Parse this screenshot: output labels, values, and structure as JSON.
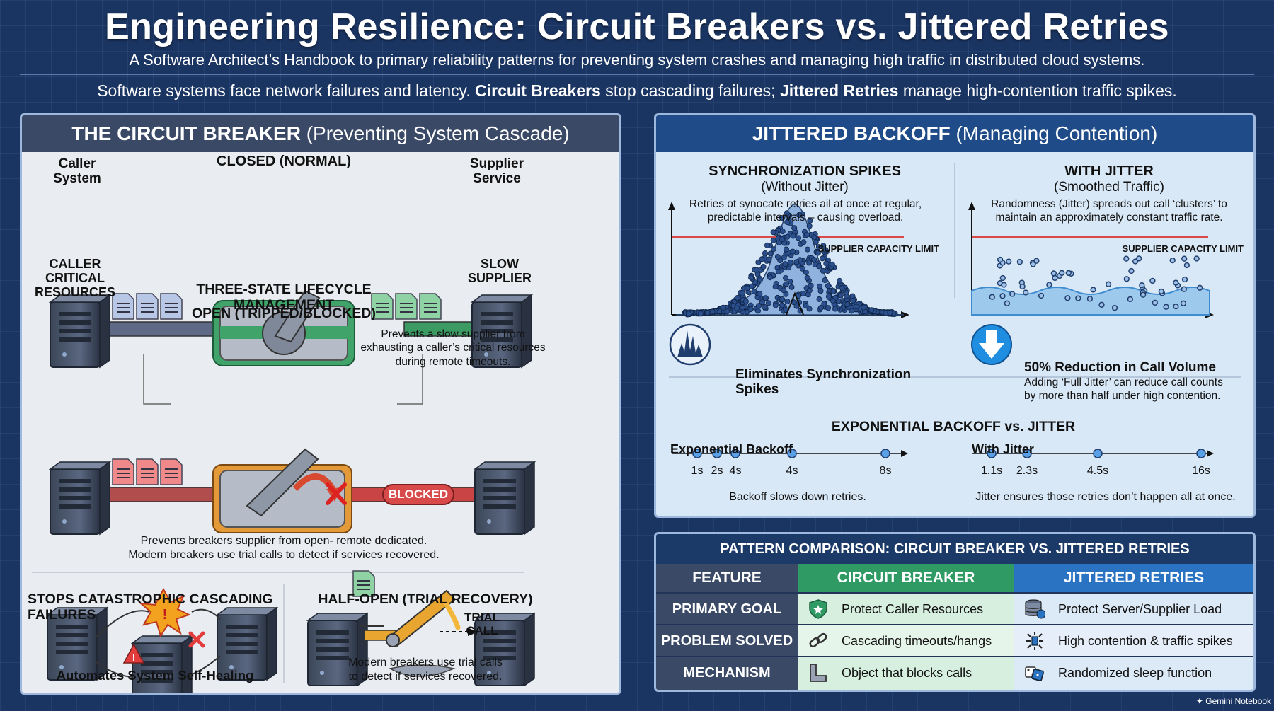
{
  "header": {
    "title": "Engineering Resilience: Circuit Breakers vs. Jittered Retries",
    "subtitle": "A Software Architect’s Handbook to primary reliability patterns for preventing system crashes and managing high traffic in distributed cloud systems.",
    "intro_pre": "Software systems face network failures and latency. ",
    "intro_b1": "Circuit Breakers",
    "intro_mid": " stop cascading failures; ",
    "intro_b2": "Jittered Retries",
    "intro_post": " manage high-contention traffic spikes."
  },
  "circuit": {
    "head_bold": "THE CIRCUIT BREAKER",
    "head_light": "(Preventing System Cascade)",
    "caller_system": "Caller\nSystem",
    "closed_label": "CLOSED (NORMAL)",
    "supplier_service": "Supplier\nService",
    "caller_resources": "CALLER\nCRITICAL\nRESOURCES",
    "slow_supplier": "SLOW\nSUPPLIER",
    "lifecycle": "THREE-STATE LIFECYCLE MANAGEMENT",
    "open_label": "OPEN (TRIPPED/BLOCKED)",
    "open_desc": "Prevents a slow supplier from\nexhausting a caller’s critical resources\nduring remote timeouts.",
    "blocked": "BLOCKED",
    "open_note": "Prevents breakers supplier from open- remote dedicated.\nModern breakers use trial calls to detect if services recovered.",
    "cascade_label": "STOPS CATASTROPHIC CASCADING FAILURES",
    "self_healing": "Automates System Self-Healing",
    "half_open_label": "HALF-OPEN (TRIAL RECOVERY)",
    "trial_call": "TRIAL\nCALL",
    "half_open_note": "Modern breakers use trial calls\nto detect if services recovered."
  },
  "jitter": {
    "head_bold": "JITTERED BACKOFF",
    "head_light": "(Managing Contention)",
    "spikes_title": "SYNCHRONIZATION SPIKES",
    "spikes_sub": "(Without Jitter)",
    "spikes_desc": "Retries ot synocate retries ail at once at regular,\npredictable intervals – causing overload.",
    "capacity_limit": "SUPPLIER CAPACITY LIMIT",
    "eliminates": "Eliminates Synchronization\nSpikes",
    "with_jitter_title": "WITH JITTER",
    "with_jitter_sub": "(Smoothed Traffic)",
    "with_jitter_desc": "Randomness (Jitter) spreads out call ‘clusters’ to\nmaintain an approximately constant traffic rate.",
    "capacity_limit_2": "SUPPLIER CAPACITY LIMIT",
    "reduction_title": "50% Reduction in Call Volume",
    "reduction_desc": "Adding ‘Full Jitter’ can reduce call counts\nby more than half under high contention.",
    "exp_vs_jitter": "EXPONENTIAL BACKOFF vs. JITTER",
    "exp_label": "Exponential Backoff",
    "exp_ticks": [
      "1s",
      "2s",
      "4s",
      "4s",
      "8s"
    ],
    "exp_note": "Backoff slows down retries.",
    "jit_label": "With Jitter",
    "jit_ticks": [
      "1.1s",
      "2.3s",
      "4.5s",
      "16s"
    ],
    "jit_note": "Jitter ensures those retries don’t happen all at once."
  },
  "table": {
    "title": "PATTERN COMPARISON: CIRCUIT BREAKER VS. JITTERED RETRIES",
    "headers": [
      "FEATURE",
      "CIRCUIT BREAKER",
      "JITTERED RETRIES"
    ],
    "rows": [
      {
        "feature": "PRIMARY GOAL",
        "cb": "Protect Caller Resources",
        "jr": "Protect Server/Supplier Load"
      },
      {
        "feature": "PROBLEM SOLVED",
        "cb": "Cascading timeouts/hangs",
        "jr": "High contention & traffic spikes"
      },
      {
        "feature": "MECHANISM",
        "cb": "Object that blocks calls",
        "jr": "Randomized sleep function"
      }
    ],
    "icons": {
      "primary_cb": "shield-icon",
      "primary_jr": "database-icon",
      "problem_cb": "chain-link-icon",
      "problem_jr": "burst-icon",
      "mechanism_cb": "block-icon",
      "mechanism_jr": "dice-icon"
    }
  },
  "footer": {
    "brand": "Gemini Notebook"
  },
  "colors": {
    "closed": "#3fa36a",
    "open": "#d84a4a",
    "trial": "#e8a630",
    "jitter": "#1f6fc8"
  }
}
